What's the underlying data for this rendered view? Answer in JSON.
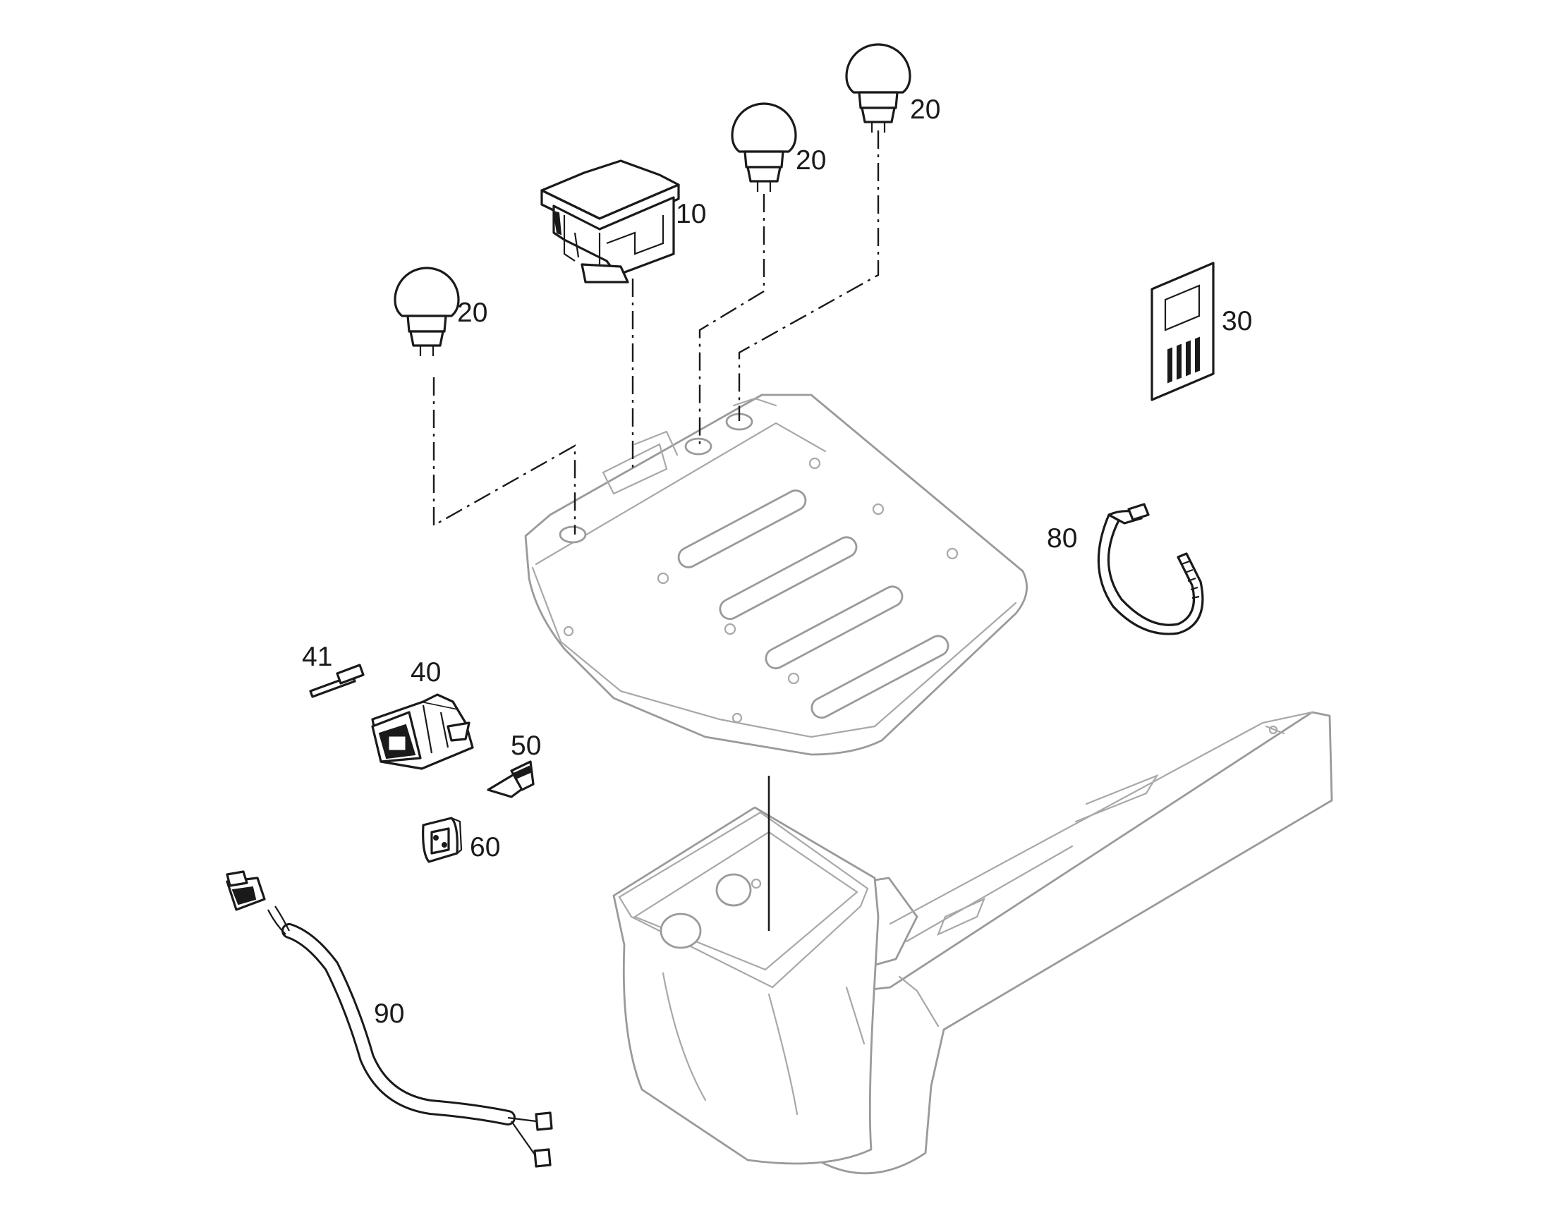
{
  "diagram": {
    "callouts": [
      {
        "id": "switch",
        "label": "10"
      },
      {
        "id": "button-a",
        "label": "20"
      },
      {
        "id": "button-b",
        "label": "20"
      },
      {
        "id": "button-c",
        "label": "20"
      },
      {
        "id": "button-d",
        "label": "20"
      },
      {
        "id": "decal",
        "label": "30"
      },
      {
        "id": "connector",
        "label": "40"
      },
      {
        "id": "pin",
        "label": "41"
      },
      {
        "id": "wedge",
        "label": "50"
      },
      {
        "id": "cover",
        "label": "60"
      },
      {
        "id": "cable-tie",
        "label": "80"
      },
      {
        "id": "harness",
        "label": "90"
      }
    ]
  }
}
